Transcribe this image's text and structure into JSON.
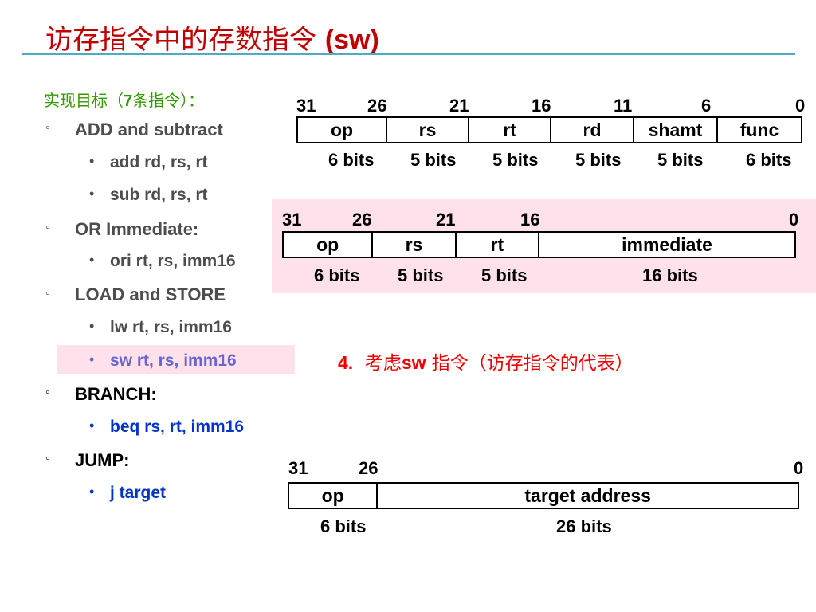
{
  "title": {
    "zh": "访存指令中的存数指令",
    "en": "(sw)"
  },
  "goal": {
    "prefix": "实现目标（",
    "count": "7",
    "suffix": "条指令）："
  },
  "outline": {
    "groups": [
      {
        "label": "ADD and subtract",
        "items": [
          "add rd, rs, rt",
          "sub rd, rs, rt"
        ]
      },
      {
        "label": "OR Immediate:",
        "items": [
          "ori  rt, rs, imm16"
        ]
      },
      {
        "label": "LOAD and STORE",
        "items": [
          "lw rt, rs, imm16",
          "sw rt, rs, imm16"
        ]
      },
      {
        "label": "BRANCH:",
        "items": [
          "beq rs, rt, imm16"
        ]
      },
      {
        "label": "JUMP:",
        "items": [
          "j  target"
        ]
      }
    ],
    "highlight_color": "#ffe1ec",
    "current_item_color": "#6666cc",
    "branch_jump_color": "#0033cc"
  },
  "formats": {
    "r_type": {
      "bits": [
        "31",
        "26",
        "21",
        "16",
        "11",
        "6",
        "0"
      ],
      "fields": [
        "op",
        "rs",
        "rt",
        "rd",
        "shamt",
        "func"
      ],
      "widths": [
        "6 bits",
        "5 bits",
        "5 bits",
        "5 bits",
        "5 bits",
        "6 bits"
      ]
    },
    "i_type": {
      "bits": [
        "31",
        "26",
        "21",
        "16",
        "0"
      ],
      "fields": [
        "op",
        "rs",
        "rt",
        "immediate"
      ],
      "widths": [
        "6 bits",
        "5 bits",
        "5 bits",
        "16 bits"
      ]
    },
    "j_type": {
      "bits": [
        "31",
        "26",
        "0"
      ],
      "fields": [
        "op",
        "target address"
      ],
      "widths": [
        "6 bits",
        "26 bits"
      ]
    }
  },
  "note": {
    "num": "4.",
    "pre": "考虑",
    "code": "sw",
    "post": " 指令（访存指令的代表）"
  },
  "colors": {
    "title": "#c00000",
    "rule": "#4bacc6",
    "goal": "#339900",
    "note": "#ee0000"
  }
}
